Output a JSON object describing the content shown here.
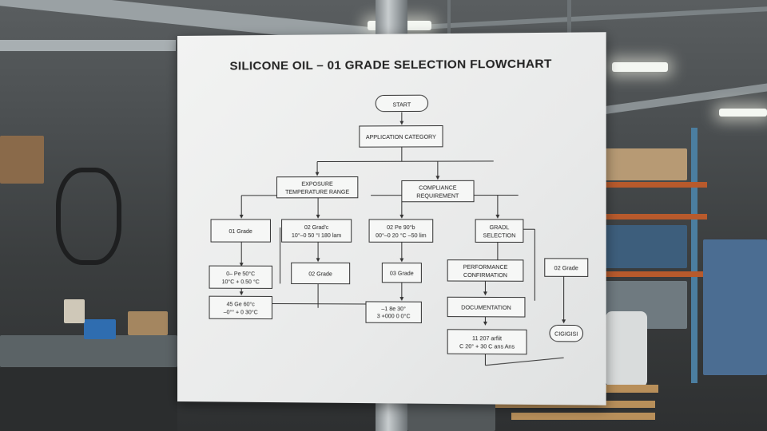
{
  "poster": {
    "title": "SILICONE OIL – 01 GRADE SELECTION FLOWCHART"
  },
  "nodes": {
    "start": "START",
    "application": "APPLICATION CATEGORY",
    "exposure_line1": "EXPOSURE",
    "exposure_line2": "TEMPERATURE RANGE",
    "compliance_line1": "COMPLIANCE",
    "compliance_line2": "REQUIREMENT",
    "grade01": "01 Grade",
    "grade02c": "02 Grad'c",
    "grade02c_sub": "10°–0 50 °I 180 lam",
    "grade02pe": "02 Pe 90°b",
    "grade02pe_sub": "00°–0 20 °C –50 lim",
    "grade_sel_line1": "GRADL",
    "grade_sel_line2": "SELECTION",
    "temp1_line1": "0– Pe 50°C",
    "temp1_line2": "10°C + 0.50 °C",
    "temp2_line1": "45 Ge 60°c",
    "temp2_line2": "–0°° + 0 30°C",
    "grade02": "02 Grade",
    "grade03": "03 Grade",
    "grade03_sub1": "–1 8e 30°",
    "grade03_sub2": "3 +000 0 0°C",
    "perf_line1": "PERFORMANCE",
    "perf_line2": "CONFIRMATION",
    "doc": "DOCUMENTATION",
    "final_line1": "11 207 arfiit",
    "final_line2": "C 20° + 30 C ans Ans",
    "grade02_right": "02 Grade",
    "end_node": "CIGIGISI"
  }
}
